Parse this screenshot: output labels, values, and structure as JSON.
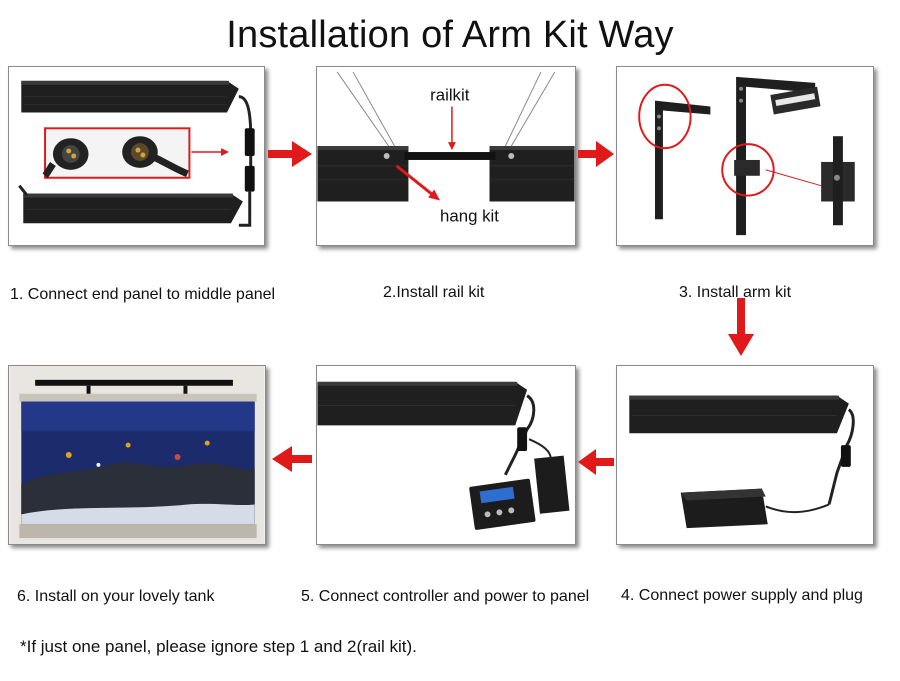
{
  "title": "Installation of Arm Kit Way",
  "steps": [
    {
      "caption": "1. Connect end panel to middle panel"
    },
    {
      "caption": "2.Install rail kit",
      "labels": {
        "rail": "railkit",
        "hang": "hang kit"
      }
    },
    {
      "caption": "3. Install arm kit"
    },
    {
      "caption": "4. Connect power supply and plug"
    },
    {
      "caption": "5. Connect controller and power to panel"
    },
    {
      "caption": "6. Install on your lovely tank"
    }
  ],
  "footnote": "*If just one panel, please ignore step 1 and 2(rail kit).",
  "colors": {
    "arrow": "#e0191b",
    "panel_body": "#1c1c1c",
    "frame": "#8a8a8a"
  }
}
